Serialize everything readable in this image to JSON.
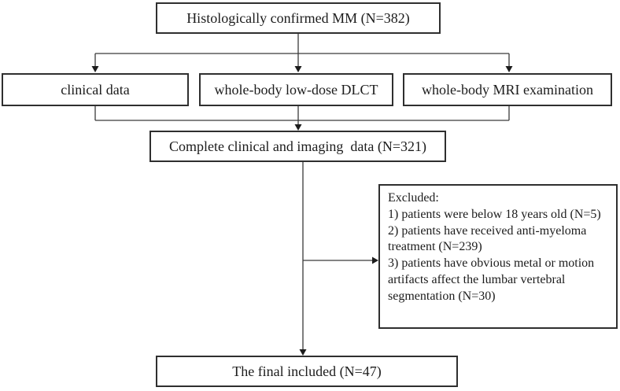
{
  "figure": {
    "type": "flowchart",
    "background_color": "#ffffff",
    "box_border_color": "#2f2f2f",
    "connector_color": "#3a3a3a",
    "text_color": "#1c1c1c"
  },
  "boxes": {
    "histology": {
      "label": "Histologically confirmed MM (N=382)"
    },
    "clinical": {
      "label": "clinical data"
    },
    "dlct": {
      "label": "whole-body low-dose DLCT"
    },
    "mri": {
      "label": "whole-body MRI examination"
    },
    "complete": {
      "label": "Complete clinical and imaging  data (N=321)"
    },
    "excluded": {
      "title": "Excluded:",
      "items": [
        "1) patients were below 18 years old (N=5)",
        "2) patients have received anti-myeloma treatment (N=239)",
        "3) patients have obvious metal or motion artifacts affect the lumbar vertebral segmentation (N=30)"
      ]
    },
    "final": {
      "label": "The final included (N=47)"
    }
  }
}
